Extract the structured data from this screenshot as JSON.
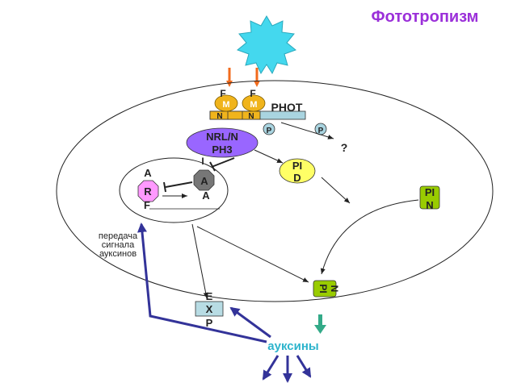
{
  "title": "Фототропизм",
  "nodes": {
    "phot": "PHOT",
    "fmn_f": "F",
    "fmn_m": "M",
    "fmn_n": "N",
    "p1": "P",
    "p2": "P",
    "question": "?",
    "nrl_line1": "NRL/N",
    "nrl_line2": "PH3",
    "pid_line1": "PI",
    "pid_line2": "D",
    "pin_right_line1": "PI",
    "pin_right_line2": "N",
    "pin_membrane_pi": "PI",
    "pin_membrane_n": "N",
    "arf_a": "A",
    "arf_r": "R",
    "arf_f": "F",
    "iaa_i": "I",
    "iaa_a1": "A",
    "iaa_a2": "A",
    "exp_e": "E",
    "exp_x": "X",
    "exp_p": "P",
    "signal_line1": "передача",
    "signal_line2": "сигнала",
    "signal_line3": "ауксинов",
    "auxins": "ауксины"
  },
  "colors": {
    "title": "#9b30d9",
    "sun": "#44d8ee",
    "light_arrows": "#f26b1d",
    "fmn": "#f0b41c",
    "phot_bar": "#a9d4e0",
    "nrl": "#9966ff",
    "pid": "#ffff66",
    "pin": "#99cc00",
    "arf": "#ff99ff",
    "iaa": "#777777",
    "exp": "#b8dce4",
    "auxin_arrows": "#333399",
    "auxins_text": "#2db4cc",
    "efflux_arrow": "#33aa88"
  }
}
